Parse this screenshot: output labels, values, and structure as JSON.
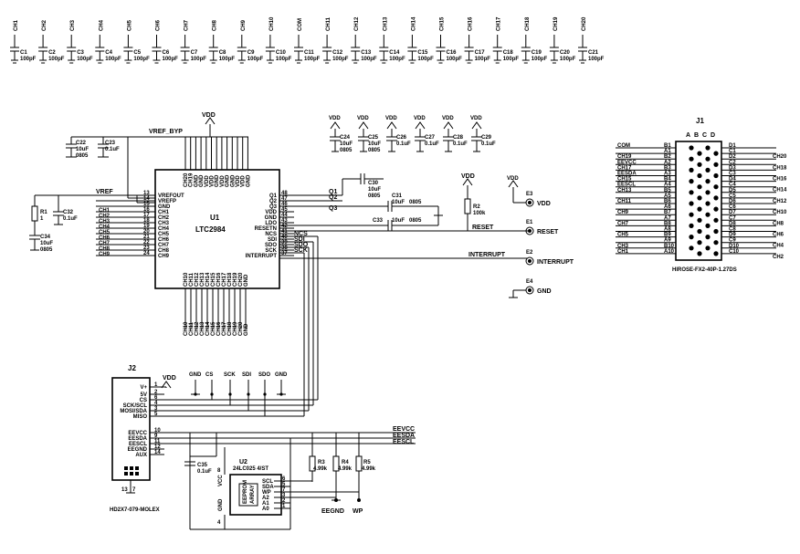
{
  "top_caps": {
    "nets": [
      "CH1",
      "CH2",
      "CH3",
      "CH4",
      "CH5",
      "CH6",
      "CH7",
      "CH8",
      "CH9",
      "CH10",
      "COM",
      "CH11",
      "CH12",
      "CH13",
      "CH14",
      "CH15",
      "CH16",
      "CH17",
      "CH18",
      "CH19",
      "CH20"
    ],
    "refs": [
      "C1",
      "C2",
      "C3",
      "C4",
      "C5",
      "C6",
      "C7",
      "C8",
      "C9",
      "C10",
      "C11",
      "C12",
      "C13",
      "C14",
      "C15",
      "C16",
      "C17",
      "C18",
      "C19",
      "C20",
      "C21"
    ],
    "value": "100pF"
  },
  "u1": {
    "ref": "U1",
    "part": "LTC2984",
    "left_pins": [
      {
        "num": "13",
        "name": "VREFOUT",
        "net": "VREF"
      },
      {
        "num": "14",
        "name": "VREFP",
        "net": ""
      },
      {
        "num": "15",
        "name": "GND",
        "net": "CH1"
      },
      {
        "num": "16",
        "name": "CH1",
        "net": "CH2"
      },
      {
        "num": "17",
        "name": "CH2",
        "net": "CH3"
      },
      {
        "num": "18",
        "name": "CH3",
        "net": "CH4"
      },
      {
        "num": "19",
        "name": "CH4",
        "net": "CH5"
      },
      {
        "num": "20",
        "name": "CH5",
        "net": "CH6"
      },
      {
        "num": "21",
        "name": "CH6",
        "net": "CH7"
      },
      {
        "num": "22",
        "name": "CH7",
        "net": "CH8"
      },
      {
        "num": "23",
        "name": "CH8",
        "net": "CH9"
      },
      {
        "num": "24",
        "name": "CH9",
        "net": ""
      }
    ],
    "right_pins": [
      {
        "num": "48",
        "name": "Q1",
        "net": "Q1"
      },
      {
        "num": "47",
        "name": "Q2",
        "net": "Q2"
      },
      {
        "num": "46",
        "name": "Q3",
        "net": "Q3"
      },
      {
        "num": "45",
        "name": "VDD",
        "net": ""
      },
      {
        "num": "44",
        "name": "GND",
        "net": ""
      },
      {
        "num": "43",
        "name": "LDO",
        "net": ""
      },
      {
        "num": "42",
        "name": "RESETN",
        "net": "NCS"
      },
      {
        "num": "41",
        "name": "NCS",
        "net": "SDI"
      },
      {
        "num": "40",
        "name": "SDI",
        "net": "SDO"
      },
      {
        "num": "39",
        "name": "SDO",
        "net": "SCK"
      },
      {
        "num": "38",
        "name": "SCK",
        "net": ""
      },
      {
        "num": "37",
        "name": "INTERRUPT",
        "net": ""
      }
    ],
    "top_pins": [
      "CH20",
      "CH19",
      "GND",
      "GND",
      "VDD",
      "VDD",
      "GND",
      "VDD",
      "GND",
      "GND",
      "VDD",
      "VDD",
      "GND"
    ],
    "bottom_pins": [
      "CH10",
      "CH11",
      "CH12",
      "CH13",
      "CH14",
      "CH15",
      "CH16",
      "CH17",
      "CH18",
      "CH19",
      "CH20",
      "GND"
    ],
    "vref_byp": "VREF_BYP"
  },
  "caps": {
    "c22": {
      "ref": "C22",
      "value": "10uF",
      "size": "0805"
    },
    "c23": {
      "ref": "C23",
      "value": "0.1uF"
    },
    "c32": {
      "ref": "C32",
      "value": "0.1uF"
    },
    "c34": {
      "ref": "C34",
      "value": "10uF",
      "size": "0805"
    },
    "c24": {
      "ref": "C24",
      "value": "10uF",
      "size": "0805"
    },
    "c25": {
      "ref": "C25",
      "value": "10uF",
      "size": "0805"
    },
    "c26": {
      "ref": "C26",
      "value": "0.1uF"
    },
    "c27": {
      "ref": "C27",
      "value": "0.1uF"
    },
    "c28": {
      "ref": "C28",
      "value": "0.1uF"
    },
    "c29": {
      "ref": "C29",
      "value": "0.1uF"
    },
    "c30": {
      "ref": "C30",
      "value": "10uF",
      "size": "0805"
    },
    "c31": {
      "ref": "C31",
      "value": "10uF",
      "size": "0805"
    },
    "c33": {
      "ref": "C33",
      "value": "10uF",
      "size": "0805"
    },
    "c35": {
      "ref": "C35",
      "value": "0.1uF"
    }
  },
  "resistors": {
    "r1": {
      "ref": "R1",
      "value": "1"
    },
    "r2": {
      "ref": "R2",
      "value": "100k"
    },
    "r3": {
      "ref": "R3",
      "value": "4.99k"
    },
    "r4": {
      "ref": "R4",
      "value": "4.99k"
    },
    "r5": {
      "ref": "R5",
      "value": "4.99k"
    }
  },
  "nets": {
    "vdd": "VDD",
    "vref": "VREF",
    "q1": "Q1",
    "q2": "Q2",
    "q3": "Q3",
    "reset": "RESET",
    "interrupt": "INTERRUPT",
    "eevcc": "EEVCC",
    "eesda": "EESDA",
    "eescl": "EESCL",
    "eegnd": "EEGND",
    "wp": "WP"
  },
  "test_points": [
    {
      "ref": "E3",
      "label": "VDD"
    },
    {
      "ref": "E1",
      "label": "RESET"
    },
    {
      "ref": "E2",
      "label": "INTERRUPT"
    },
    {
      "ref": "E4",
      "label": "GND"
    }
  ],
  "j1": {
    "ref": "J1",
    "cols": [
      "A",
      "B",
      "C",
      "D"
    ],
    "part": "HIROSE-FX2-40P-1.27DS",
    "left_labels": [
      "COM",
      "",
      "CH19",
      "EEVCC",
      "CH17",
      "EESDA",
      "CH15",
      "EESCL",
      "CH13",
      "",
      "CH11",
      "",
      "CH9",
      "",
      "CH7",
      "",
      "CH5",
      "",
      "CH3",
      "CH1"
    ],
    "left_pins": [
      [
        "B1",
        "A1"
      ],
      [
        "B2",
        "A2"
      ],
      [
        "B3",
        "A3"
      ],
      [
        "B4",
        "A4"
      ],
      [
        "B5",
        "A5"
      ],
      [
        "B6",
        "A6"
      ],
      [
        "B7",
        "A7"
      ],
      [
        "B8",
        "A8"
      ],
      [
        "B9",
        "A9"
      ],
      [
        "B10",
        "A10"
      ]
    ],
    "right_pins": [
      [
        "D1",
        "C1"
      ],
      [
        "D2",
        "C2"
      ],
      [
        "D3",
        "C3"
      ],
      [
        "D4",
        "C4"
      ],
      [
        "D5",
        "C5"
      ],
      [
        "D6",
        "C6"
      ],
      [
        "D7",
        "C7"
      ],
      [
        "D8",
        "C8"
      ],
      [
        "D9",
        "C9"
      ],
      [
        "D10",
        "C10"
      ]
    ],
    "right_labels": [
      "CH20",
      "CH18",
      "CH16",
      "CH14",
      "CH12",
      "CH10",
      "CH8",
      "CH6",
      "CH4",
      "CH2"
    ]
  },
  "j2": {
    "ref": "J2",
    "part": "HD2X7-079-MOLEX",
    "pins": [
      {
        "name": "V+",
        "num": "1"
      },
      {
        "name": "5V",
        "num": "2"
      },
      {
        "name": "CS",
        "num": "6"
      },
      {
        "name": "SCK/SCL",
        "num": "4"
      },
      {
        "name": "MOSI/SDA",
        "num": "3"
      },
      {
        "name": "MISO",
        "num": "5"
      },
      {
        "name": "EEVCC",
        "num": "10"
      },
      {
        "name": "EESDA",
        "num": "9"
      },
      {
        "name": "EESCL",
        "num": "11"
      },
      {
        "name": "EEGND",
        "num": "12"
      },
      {
        "name": "AUX",
        "num": "14"
      }
    ],
    "extra_pins": [
      "13",
      "7"
    ],
    "bus_labels": [
      "GND",
      "CS",
      "SCK",
      "SDI",
      "SDO",
      "GND"
    ]
  },
  "u2": {
    "ref": "U2",
    "part": "24LC025 4/ST",
    "inner": "EEPROM",
    "inner2": "ARRAY",
    "pins_left": [
      {
        "name": "VCC",
        "num": "8"
      },
      {
        "name": "GND",
        "num": "4"
      }
    ],
    "pins_right": [
      {
        "name": "SCL",
        "num": "6"
      },
      {
        "name": "SDA",
        "num": "5"
      },
      {
        "name": "WP",
        "num": "7"
      },
      {
        "name": "A2",
        "num": "3"
      },
      {
        "name": "A1",
        "num": "2"
      },
      {
        "name": "A0",
        "num": "1"
      }
    ]
  }
}
